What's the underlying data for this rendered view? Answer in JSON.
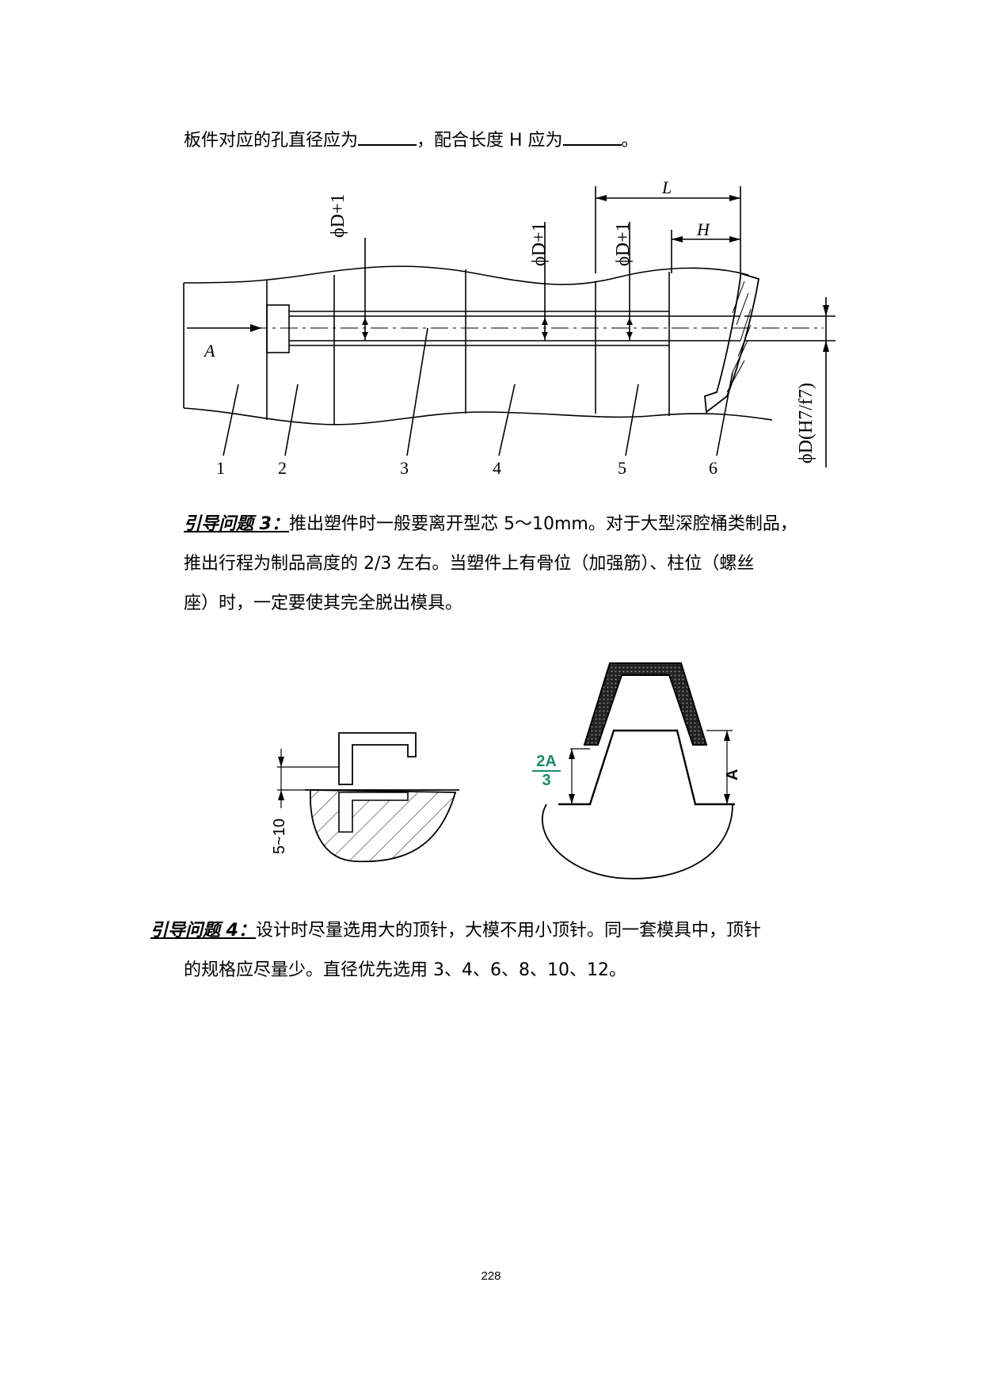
{
  "intro_line": {
    "part1": "板件对应的孔直径应为",
    "part2": "，配合长度 H 应为",
    "part3": "。"
  },
  "figure1": {
    "dim_L": "L",
    "dim_H": "H",
    "dia1": "ϕD+1",
    "dia2": "ϕD+1",
    "dia3": "ϕD+1",
    "fit": "ϕD(H7/f7)",
    "arrow_label": "A",
    "parts": [
      "1",
      "2",
      "3",
      "4",
      "5",
      "6"
    ]
  },
  "question3": {
    "label": "引导问题 3：",
    "line1": "推出塑件时一般要离开型芯 5～10mm。对于大型深腔桶类制品，",
    "line2": "推出行程为制品高度的 2/3 左右。当塑件上有骨位（加强筋）、柱位（螺丝",
    "line3": "座）时，一定要使其完全脱出模具。"
  },
  "figure2": {
    "left_dim": "5~10",
    "frac_num": "2A",
    "frac_den": "3",
    "right_dim": "A",
    "accent_color": "#1a8a6a"
  },
  "question4": {
    "label": "引导问题 4：",
    "line1": "设计时尽量选用大的顶针，大模不用小顶针。同一套模具中，顶针",
    "line2": "的规格应尽量少。直径优先选用 3、4、6、8、10、12。"
  },
  "page_number": "228"
}
